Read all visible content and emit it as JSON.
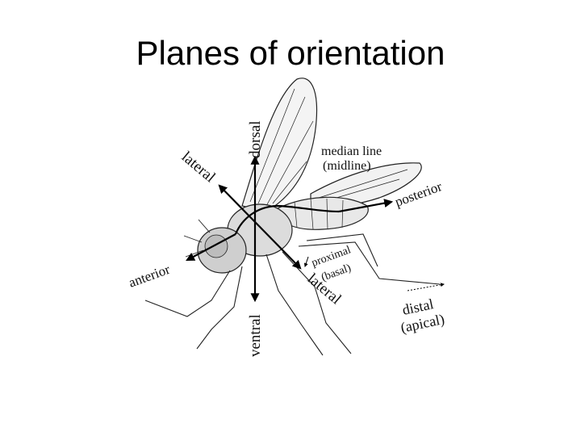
{
  "slide": {
    "title": "Planes of orientation"
  },
  "diagram": {
    "labels": {
      "dorsal": "dorsal",
      "ventral": "ventral",
      "lateral_upper": "lateral",
      "lateral_lower": "lateral",
      "anterior": "anterior",
      "posterior": "posterior",
      "median_line": "median line",
      "midline": "(midline)",
      "proximal": "proximal",
      "basal": "(basal)",
      "distal": "distal",
      "apical": "(apical)"
    }
  }
}
